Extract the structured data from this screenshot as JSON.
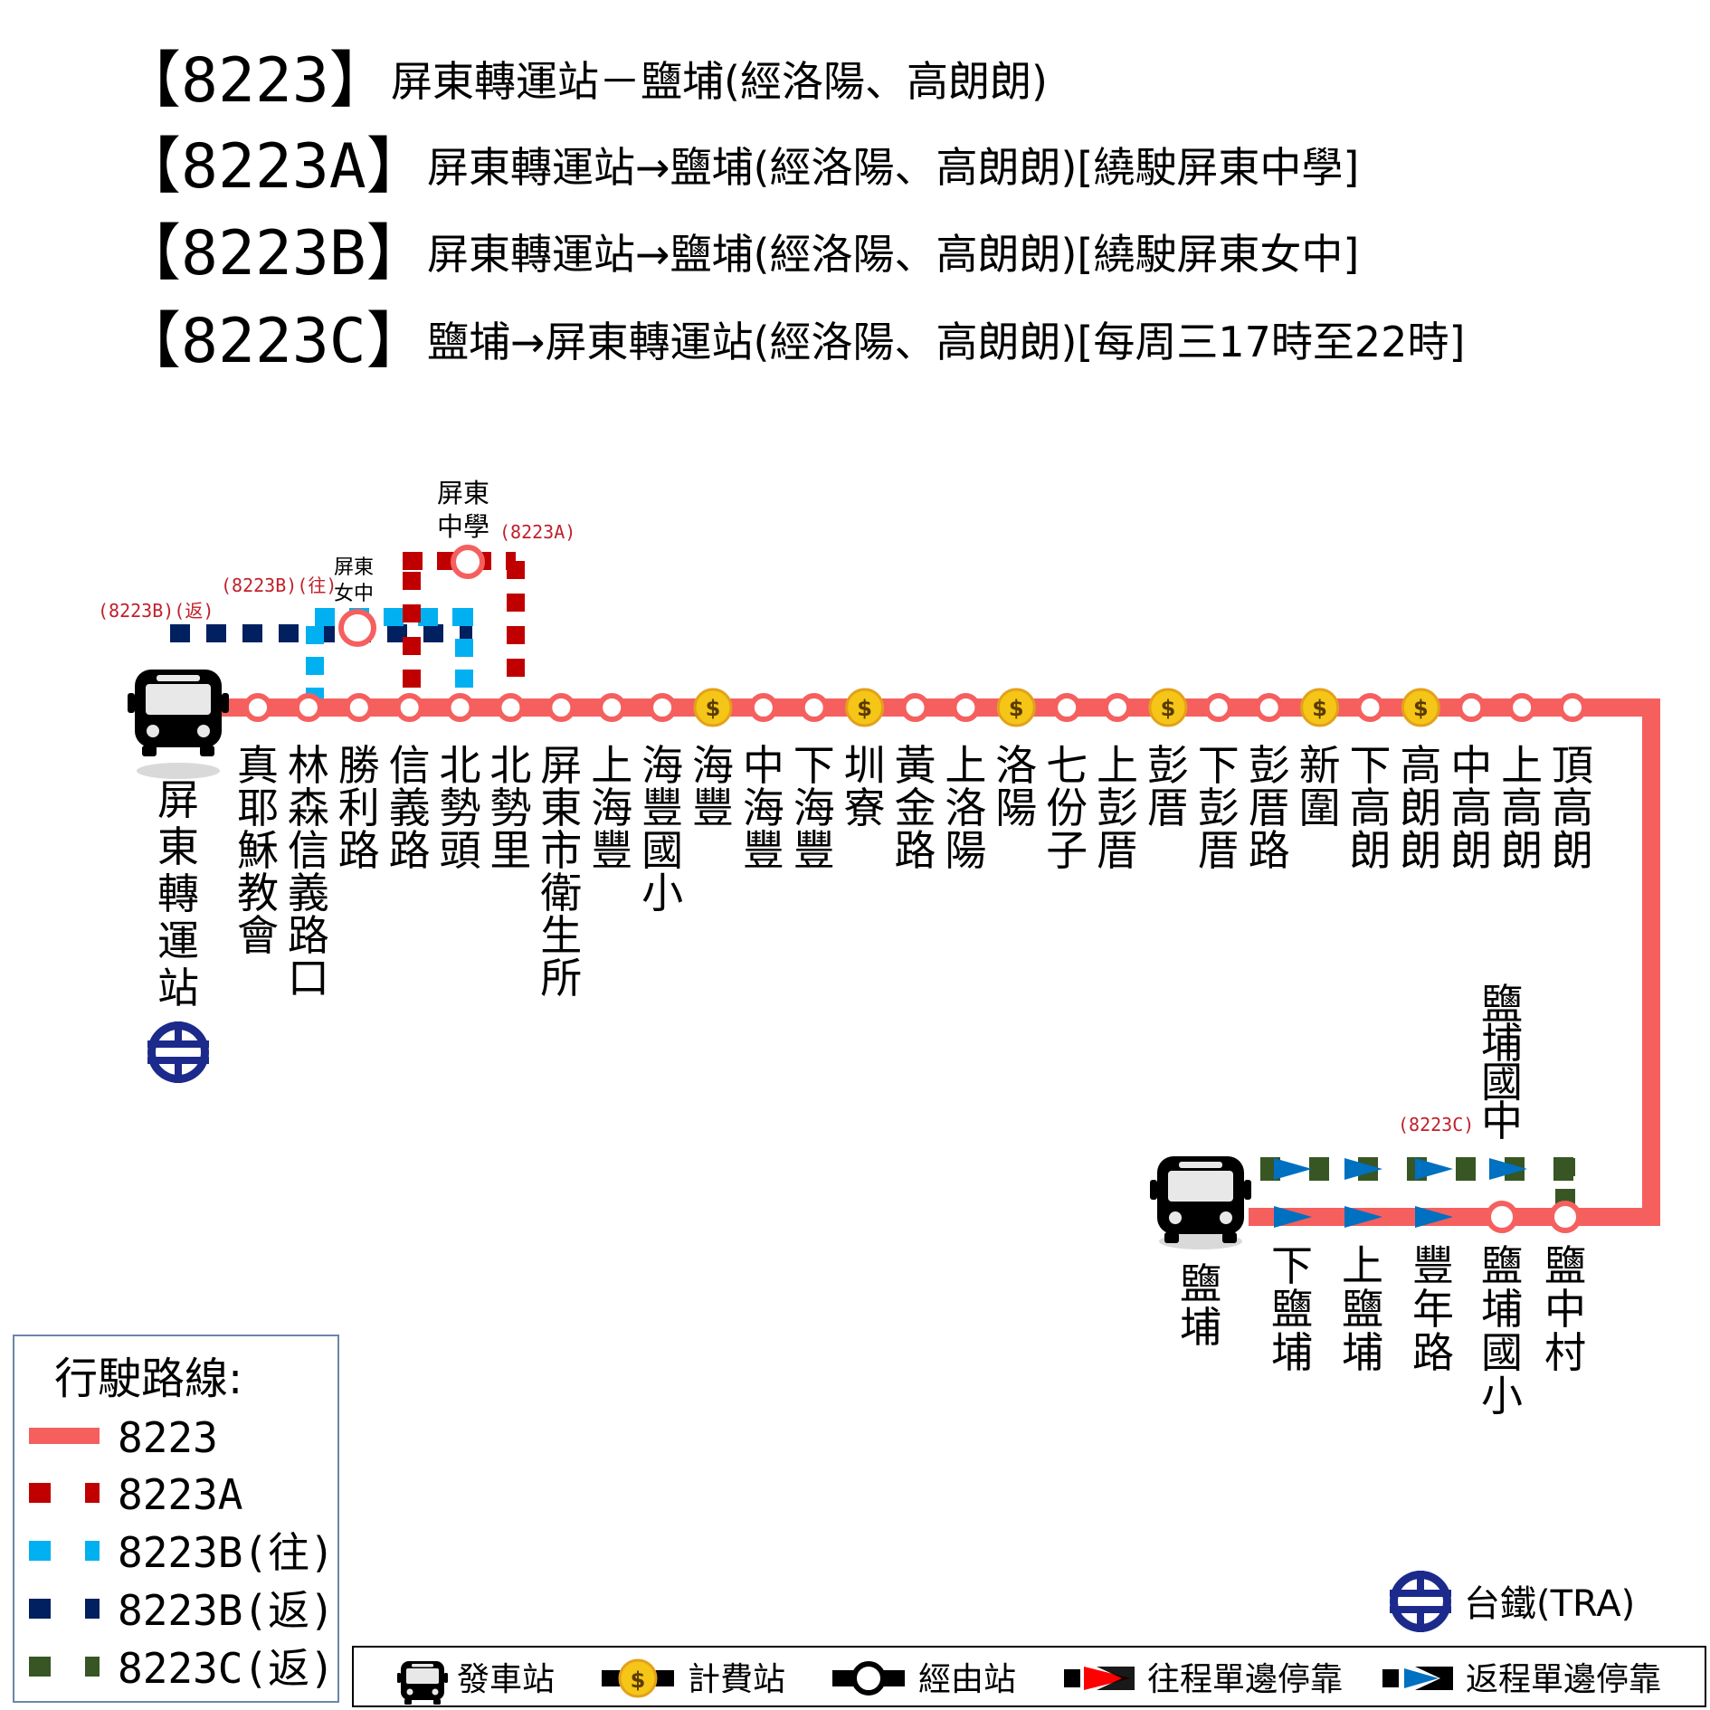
{
  "colors": {
    "route_8223": "#f5605f",
    "route_8223A": "#c00000",
    "route_8223B_out": "#00b0f0",
    "route_8223B_ret": "#002060",
    "route_8223C_ret": "#375623",
    "arrow_blue": "#0070c0",
    "arrow_red": "#ff0000",
    "tra_logo": "#1c2a8c",
    "fare_coin": "#f5c518"
  },
  "header": [
    {
      "code": "【8223】",
      "desc": "屏東轉運站－鹽埔(經洛陽、高朗朗)"
    },
    {
      "code": "【8223A】",
      "desc": "屏東轉運站→鹽埔(經洛陽、高朗朗)[繞駛屏東中學]"
    },
    {
      "code": "【8223B】",
      "desc": "屏東轉運站→鹽埔(經洛陽、高朗朗)[繞駛屏東女中]"
    },
    {
      "code": "【8223C】",
      "desc": "鹽埔→屏東轉運站(經洛陽、高朗朗)[每周三17時至22時]"
    }
  ],
  "terminals": {
    "start": "屏東轉運站",
    "end": "鹽埔"
  },
  "main_stops": [
    {
      "name": "真耶穌教會",
      "fare": false
    },
    {
      "name": "林森信義路口",
      "fare": false
    },
    {
      "name": "勝利路",
      "fare": false
    },
    {
      "name": "信義路",
      "fare": false
    },
    {
      "name": "北勢頭",
      "fare": false
    },
    {
      "name": "北勢里",
      "fare": false
    },
    {
      "name": "屏東市衛生所",
      "fare": false
    },
    {
      "name": "上海豐",
      "fare": false
    },
    {
      "name": "海豐國小",
      "fare": false
    },
    {
      "name": "海豐",
      "fare": true
    },
    {
      "name": "中海豐",
      "fare": false
    },
    {
      "name": "下海豐",
      "fare": false
    },
    {
      "name": "圳寮",
      "fare": true
    },
    {
      "name": "黃金路",
      "fare": false
    },
    {
      "name": "上洛陽",
      "fare": false
    },
    {
      "name": "洛陽",
      "fare": true
    },
    {
      "name": "七份子",
      "fare": false
    },
    {
      "name": "上彭厝",
      "fare": false
    },
    {
      "name": "彭厝",
      "fare": true
    },
    {
      "name": "下彭厝",
      "fare": false
    },
    {
      "name": "彭厝路",
      "fare": false
    },
    {
      "name": "新圍",
      "fare": true
    },
    {
      "name": "下高朗",
      "fare": false
    },
    {
      "name": "高朗朗",
      "fare": true
    },
    {
      "name": "中高朗",
      "fare": false
    },
    {
      "name": "上高朗",
      "fare": false
    },
    {
      "name": "頂高朗",
      "fare": false
    }
  ],
  "bottom_stops": [
    {
      "name": "下鹽埔",
      "type": "oneway"
    },
    {
      "name": "上鹽埔",
      "type": "oneway"
    },
    {
      "name": "豐年路",
      "type": "oneway"
    },
    {
      "name": "鹽埔國小",
      "type": "circle"
    },
    {
      "name": "鹽中村",
      "type": "circle"
    }
  ],
  "branch_labels": {
    "pingtung_highschool": [
      "屏東",
      "中學"
    ],
    "pingtung_girls": [
      "屏東",
      "女中"
    ],
    "note_8223A": "(8223A)",
    "note_8223B_out": "(8223B)(往)",
    "note_8223B_ret": "(8223B)(返)",
    "yanpu_junior_high": "鹽埔國中",
    "note_8223C": "(8223C)"
  },
  "legend": {
    "title": "行駛路線:",
    "items": [
      "8223",
      "8223A",
      "8223B(往)",
      "8223B(返)",
      "8223C(返)"
    ]
  },
  "symbol_bar": [
    "發車站",
    "計費站",
    "經由站",
    "往程單邊停靠",
    "返程單邊停靠"
  ],
  "tra_label": "台鐵(TRA)",
  "fare_symbol": "$"
}
